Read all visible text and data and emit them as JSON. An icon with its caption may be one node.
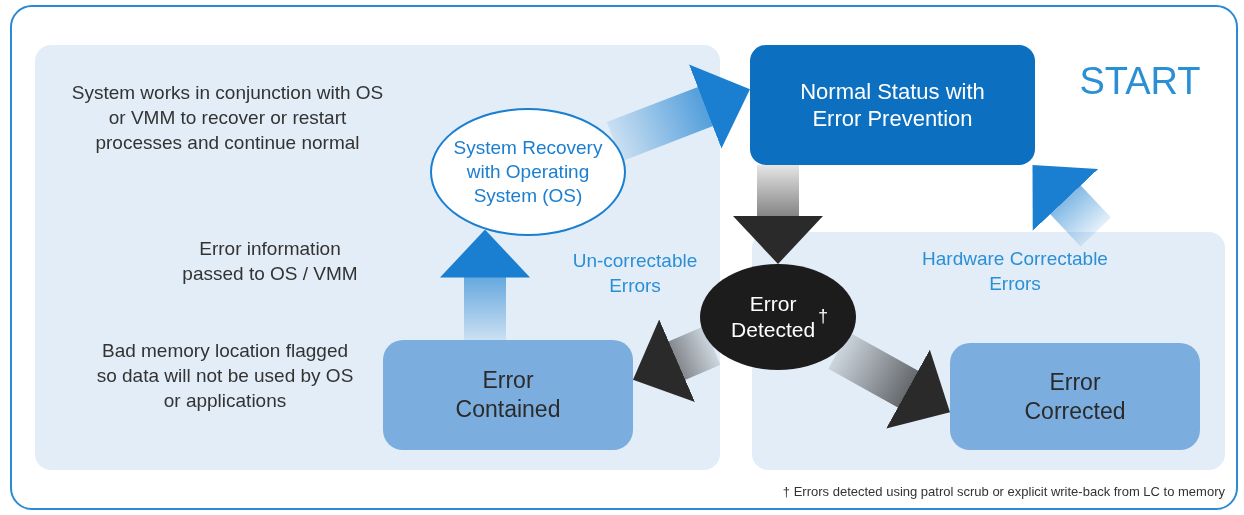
{
  "diagram": {
    "nodes": [
      {
        "text": [
          "System works in conjunction with OS or VMM to recover or restart processes and continue normal",
          "Error information passed to OS / VMM",
          "Bad memory location flagged so data will not be used by OS or applications",
          "Un-correctable Errors"
        ]
      },
      {
        "text": [
          "System Recovery with Operating System (OS)"
        ],
        "in": 0
      },
      {
        "text": [
          "Error Contained"
        ],
        "in": 0
      },
      {
        "text": [
          "Normal Status with Error Prevention"
        ]
      },
      {
        "text": [
          "Hardware Correctable Errors"
        ]
      },
      {
        "text": [
          "Error Detected$^{†}$"
        ]
      },
      {
        "text": [
          "Error Corrected"
        ],
        "in": 4
      }
    ],
    "edges": [
      {
        "from": 2,
        "to": 1,
        "arrow": "to",
        "style": "thick",
        "color": "#1a7fd0"
      },
      {
        "from": 1,
        "to": 3,
        "arrow": "to",
        "style": "thick",
        "color": "#1a7fd0"
      },
      {
        "from": 3,
        "to": 5,
        "arrow": "to",
        "style": "thick",
        "color": "#2a2a2a"
      },
      {
        "from": 5,
        "to": 2,
        "arrow": "to",
        "style": "thick",
        "color": "#2a2a2a"
      },
      {
        "from": 5,
        "to": 6,
        "arrow": "to",
        "style": "thick",
        "color": "#2a2a2a"
      },
      {
        "from": 4,
        "to": 3,
        "arrow": "to",
        "style": "thick",
        "color": "#1a7fd0"
      }
    ],
    "labels": [
      "START",
      "† Errors detected using patrol scrub or explicit write-back from LC to memory"
    ]
  }
}
